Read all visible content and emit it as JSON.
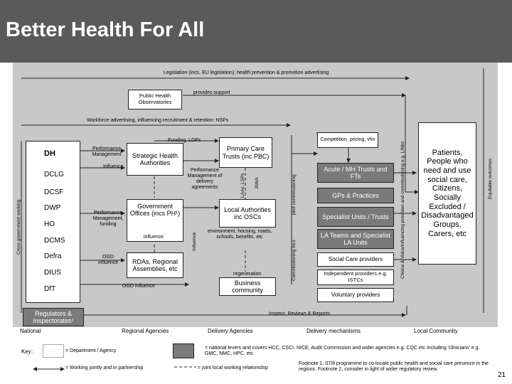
{
  "title": "Better Health For All",
  "top_band": "Legislation (incs. EU legislation); health prevention & promotion advertising",
  "public_health_observatories": "Public Health Observatories",
  "provides_support": "provides support",
  "workforce_band": "Workforce advertising, influencing recruitment & retention: NSFs",
  "right_band": "Choice & Voice/influencing provision and commissioning e.g. LINks",
  "equitable_outcomes": "Equitable outcomes",
  "cross_government_working": "Cross government working",
  "national": {
    "dh": "DH",
    "depts": [
      "DCLG",
      "DCSF",
      "DWP",
      "HO",
      "DCMS",
      "Defra",
      "DIUS",
      "DfT"
    ]
  },
  "regional": {
    "funding_ldps": "Funding, LDPs",
    "performance_management": "Performance Management",
    "influence": "Influence",
    "strategic_health_authorities": "Strategic Health Authorities",
    "performance_management_funding": "Performance Management, funding",
    "government_offices": "Government Offices (incs PH¹)",
    "influence_lower": "influence",
    "ogd_influence": "OGD influence",
    "rdas": "RDAs, Regional Assemblies, etc",
    "ogd_influence_bottom": "OGD influence"
  },
  "delivery": {
    "pct": "Primary Care Trusts (inc PBC)",
    "perf_delivery": "Performance Management of delivery agreements",
    "laas": "LAAs, LSPs",
    "jsna": "JSNA",
    "influence_vertical": "Influence",
    "local_authorities": "Local Authorities inc OSCs",
    "environment": "environment, housing, roads, schools, benefits, etc",
    "regeneration": "regeneration",
    "business_community": "Business community",
    "joint_commissioning": "joint commissioning",
    "commissioning_incs": "Commissioning incs"
  },
  "mechanisms": {
    "competition": "Competition, pricing, vfm",
    "boxes": [
      "Acute / MH Trusts and FTs",
      "GPs & Practices",
      "Specialist Units / Trusts",
      "LA Teams and Specialist LA Units",
      "Social Care providers",
      "Independent providers e.g. ISTCs",
      "Voluntary providers"
    ]
  },
  "patients": "Patients, People who need and use social care, Citizens, Socially Excluded / Disadvantaged Groups, Carers, etc",
  "regulators": "Regulators & Inspectorates²",
  "inspect": "Inspect, Reviews & Reports",
  "columns": [
    "National",
    "Regional Agencies",
    "Delivery Agencies",
    "Delivery mechanisms",
    "Local Community"
  ],
  "key": {
    "label": "Key :",
    "department": "= Department / Agency",
    "joint": "= Working jointly and in partnership",
    "national_levers": "= national levers and covers HCC, CSCI, NICE, Audit Commission and wider agencies e.g. CQC etc including 'clinicians' e.g. GMC, NMC, HPC, etc",
    "joint_local": "= joint local working relationship",
    "footnote": "Footnote 1. 07/8 programme to co-locate public health and social care presence in the regions. Footnote 2, consider in light of wider regulatory review."
  },
  "page_number": "21",
  "colors": {
    "header": "#5a5a5a",
    "panel": "#c8c8c8",
    "dark_box": "#7a7a7a"
  }
}
